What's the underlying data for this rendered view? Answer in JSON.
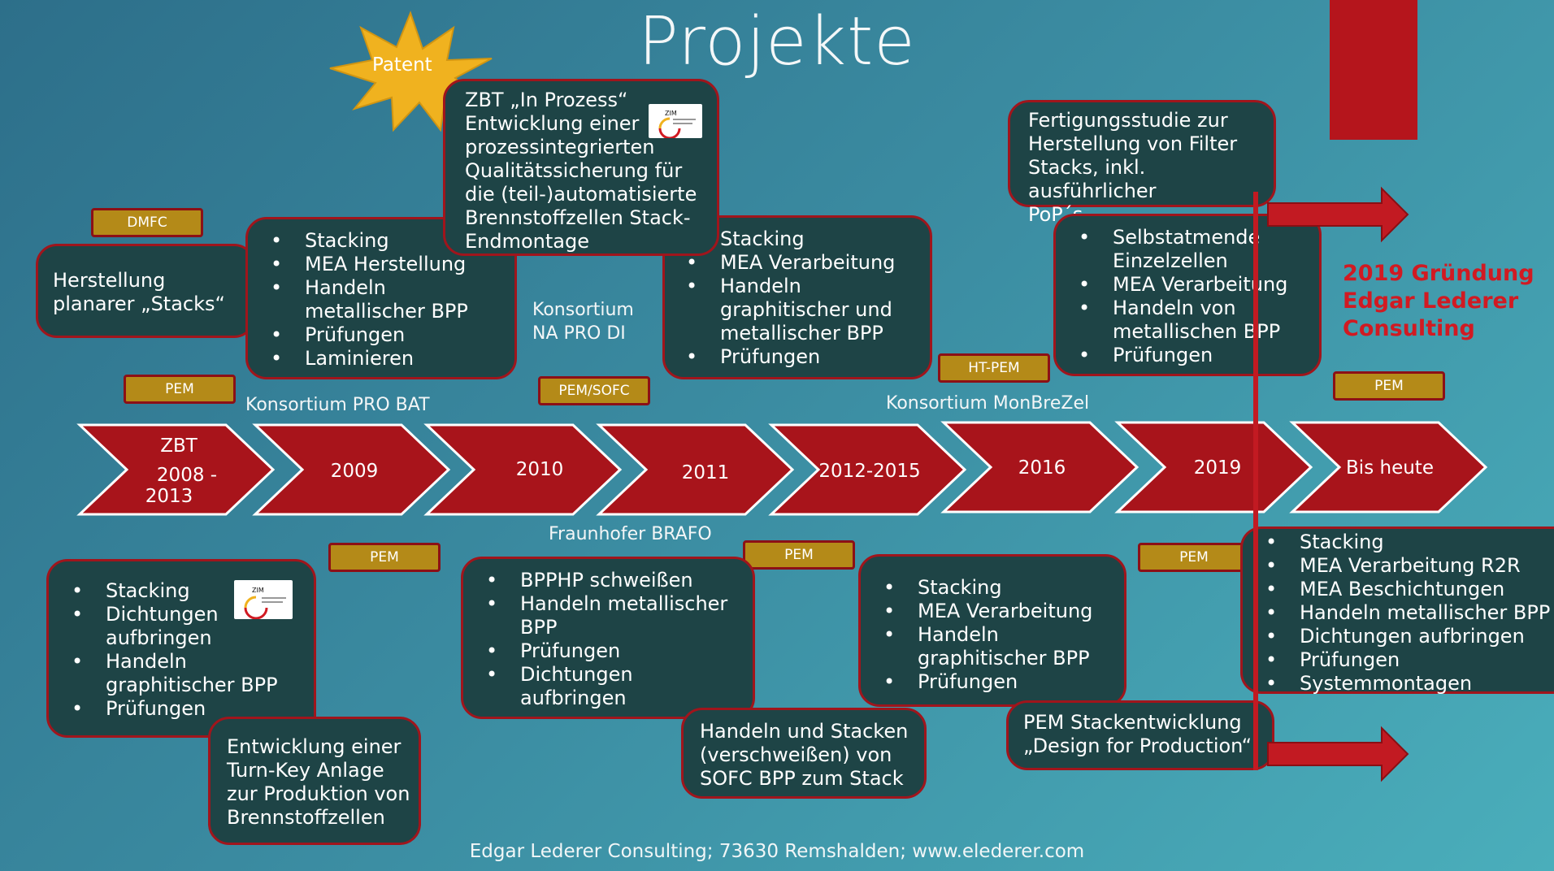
{
  "title": "Projekte",
  "patent_label": "Patent",
  "footer": "Edgar Lederer Consulting; 73630 Remshalden; www.elederer.com",
  "founding": {
    "line1": "2019 Gründung",
    "line2": "Edgar Lederer",
    "line3": "Consulting"
  },
  "timeline": [
    "2008 -",
    "2013",
    "2009",
    "2010",
    "2011",
    "2012-2015",
    "2016",
    "2019",
    "Bis heute"
  ],
  "timeline_first_top": "ZBT",
  "tags": {
    "dmfc": "DMFC",
    "pem1": "PEM",
    "pem_sofc": "PEM/SOFC",
    "ht_pem": "HT-PEM",
    "pem_top_right": "PEM",
    "pem_bottom1": "PEM",
    "pem_bottom2": "PEM",
    "pem_bottom3": "PEM"
  },
  "labels": {
    "konsortium_pro_bat": "Konsortium PRO BAT",
    "konsortium_na_pro_di_1": "Konsortium",
    "konsortium_na_pro_di_2": "NA PRO DI",
    "konsortium_monbrezel": "Konsortium MonBreZel",
    "fraunhofer_brafo": "Fraunhofer BRAFO"
  },
  "boxes": {
    "planar": [
      "Herstellung",
      "planarer „Stacks“"
    ],
    "probat": [
      "Stacking",
      "MEA Herstellung",
      "Handeln",
      "metallischer BPP",
      "Prüfungen",
      "Laminieren"
    ],
    "zbt_prozess": [
      "ZBT „In Prozess“",
      "Entwicklung einer",
      "prozessintegrierten",
      "Qualitätssicherung für",
      "die (teil-)automatisierte",
      "Brennstoffzellen Stack-",
      "Endmontage"
    ],
    "napro_di": [
      "Stacking",
      "MEA Verarbeitung",
      "Handeln",
      "graphitischer und",
      "metallischer BPP",
      "Prüfungen"
    ],
    "fertigung": [
      "Fertigungsstudie zur",
      "Herstellung von Filter",
      "Stacks, inkl. ausführlicher",
      "PoP´s"
    ],
    "monbrezel": [
      "Selbstatmende",
      "Einzelzellen",
      "MEA Verarbeitung",
      "Handeln von",
      "metallischen BPP",
      "Prüfungen"
    ],
    "zbt_bottom": [
      "Stacking",
      "Dichtungen",
      "aufbringen",
      "Handeln",
      "graphitischer BPP",
      "Prüfungen"
    ],
    "turnkey": [
      "Entwicklung einer",
      "Turn-Key Anlage",
      "zur Produktion von",
      "Brennstoffzellen"
    ],
    "brafo": [
      "BPPHP schweißen",
      "Handeln metallischer",
      "BPP",
      "Prüfungen",
      "Dichtungen",
      "aufbringen"
    ],
    "sofc_stack": [
      "Handeln und Stacken",
      "(verschweißen) von",
      "SOFC BPP zum Stack"
    ],
    "y2016_bottom": [
      "Stacking",
      "MEA Verarbeitung",
      "Handeln",
      "graphitischer BPP",
      "Prüfungen"
    ],
    "pem_stack": [
      "PEM Stackentwicklung",
      "„Design for Production“"
    ],
    "heute": [
      "Stacking",
      "MEA Verarbeitung R2R",
      "MEA Beschichtungen",
      "Handeln metallischer BPP",
      "Dichtungen aufbringen",
      "Prüfungen",
      "Systemmontagen"
    ]
  },
  "colors": {
    "chevron": "#a8141b",
    "box_fill": "#1e4446",
    "box_border": "#a0151c",
    "tag_fill": "#b48a18",
    "accent_red": "#d11a22",
    "star": "#f0b21f"
  }
}
